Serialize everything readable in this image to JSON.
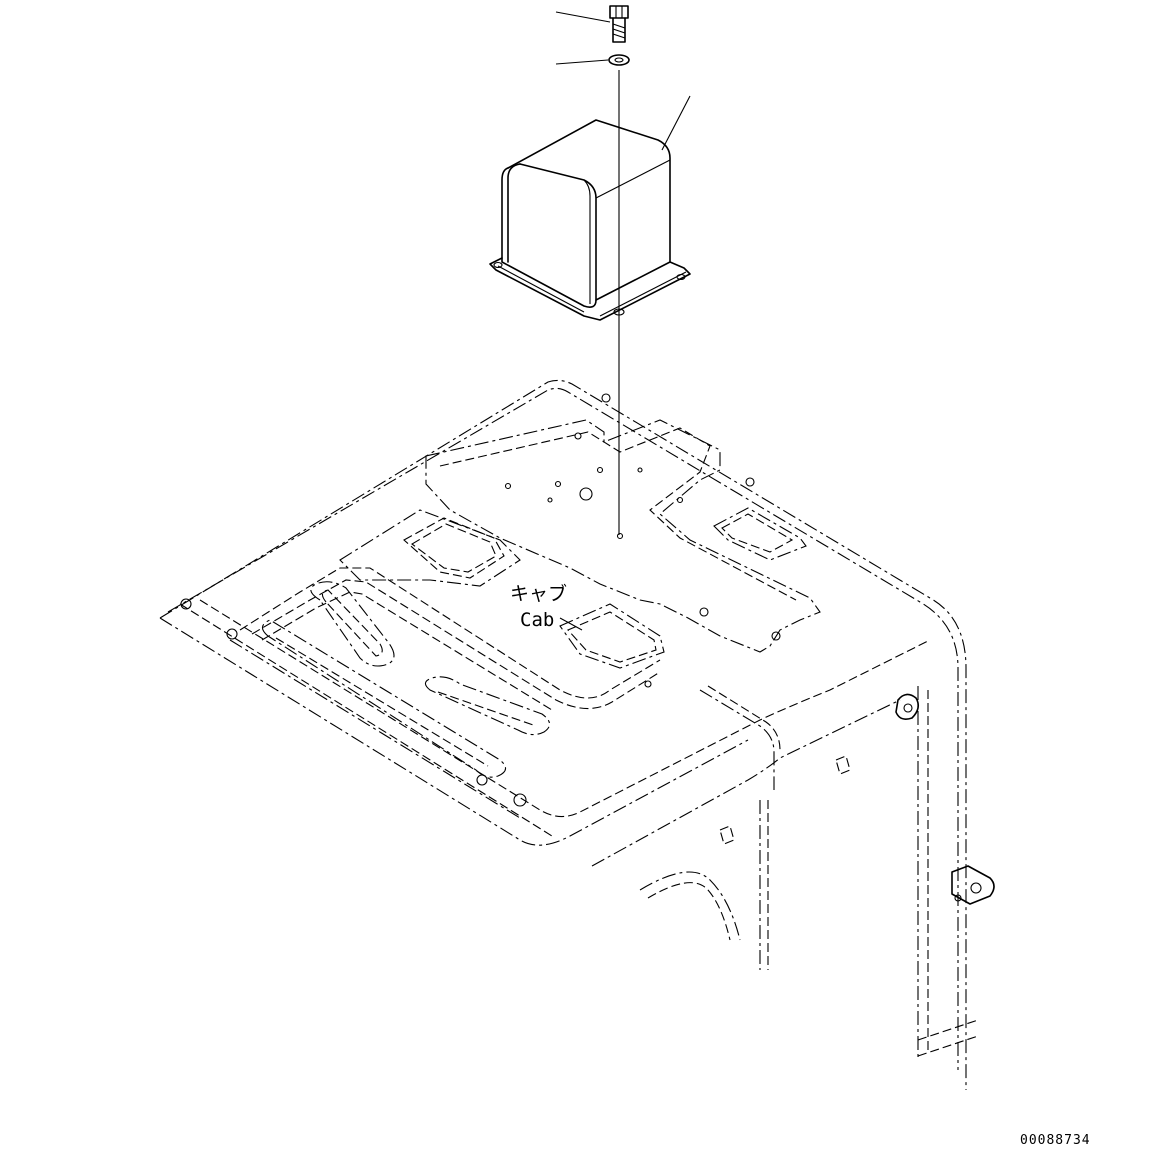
{
  "labels": {
    "cab_japanese": "キャブ",
    "cab_english": "Cab"
  },
  "drawing_number": "00088734",
  "parts": {
    "bolt-icon": "bolt",
    "washer-icon": "washer",
    "cover-icon": "box cover"
  }
}
